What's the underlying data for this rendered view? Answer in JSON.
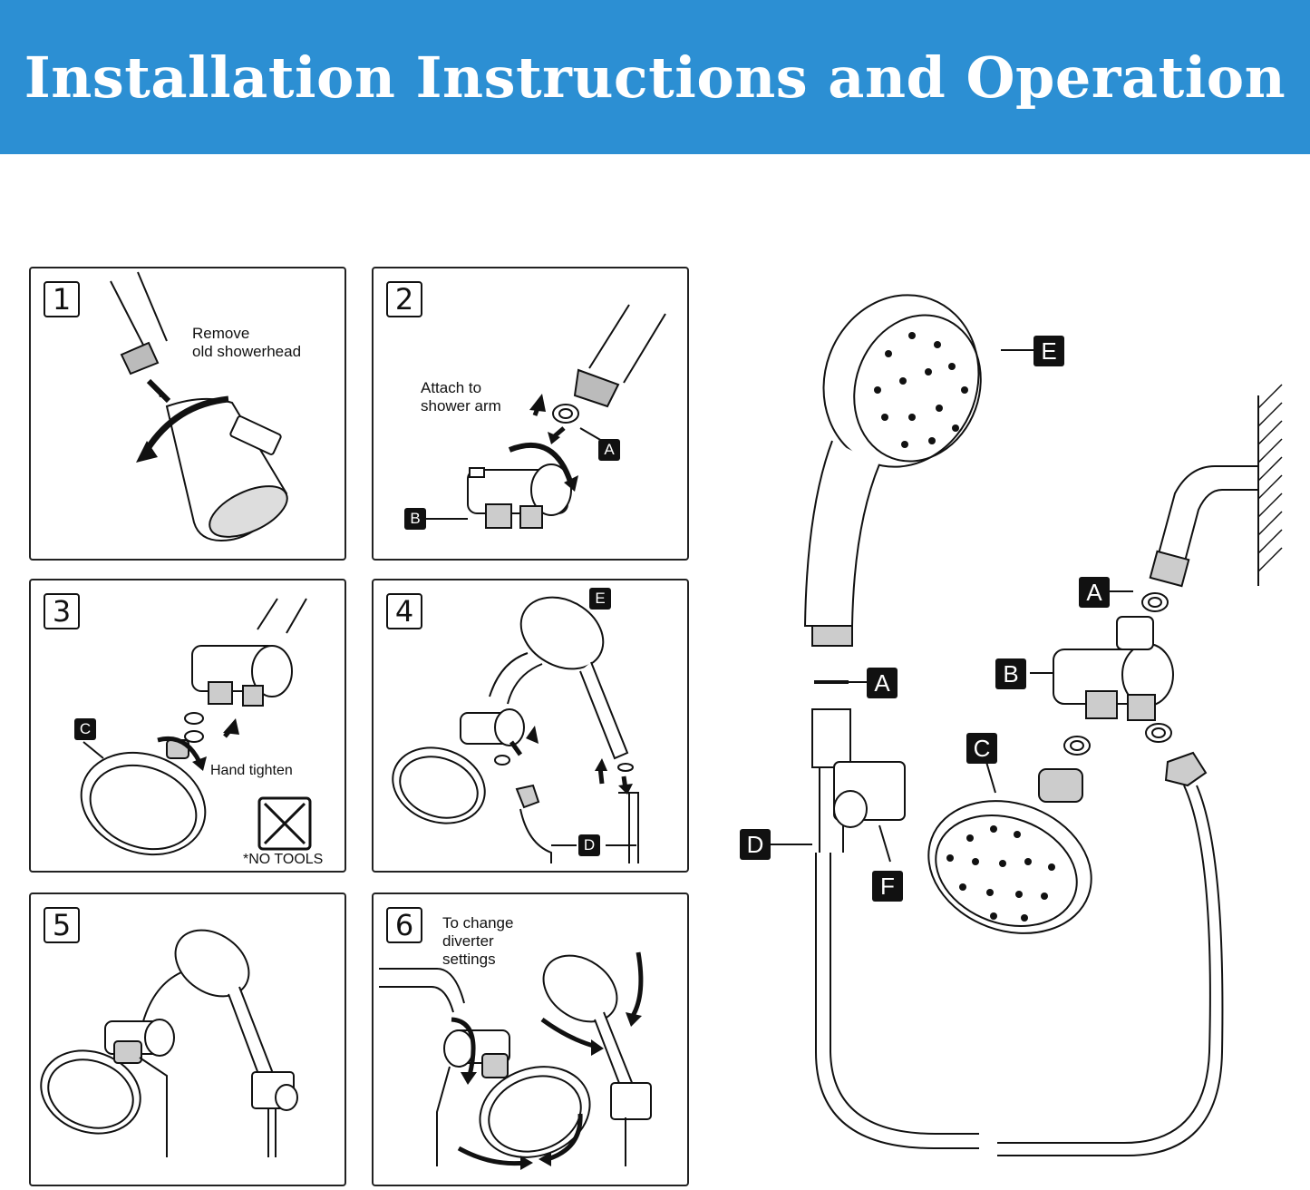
{
  "banner": {
    "title": "Installation Instructions and Operation"
  },
  "steps": [
    {
      "number": "1",
      "text": "Remove\nold showerhead"
    },
    {
      "number": "2",
      "text": "Attach to\nshower arm",
      "labels": [
        "A",
        "B"
      ]
    },
    {
      "number": "3",
      "text": "Hand tighten",
      "note": "*NO TOOLS",
      "labels": [
        "C"
      ]
    },
    {
      "number": "4",
      "labels": [
        "E",
        "D"
      ]
    },
    {
      "number": "5"
    },
    {
      "number": "6",
      "text": "To change\ndiverter\nsettings"
    }
  ],
  "parts": {
    "A": "A",
    "B": "B",
    "C": "C",
    "D": "D",
    "E": "E",
    "F": "F"
  },
  "colors": {
    "banner": "#2c8fd3",
    "ink": "#111111"
  }
}
